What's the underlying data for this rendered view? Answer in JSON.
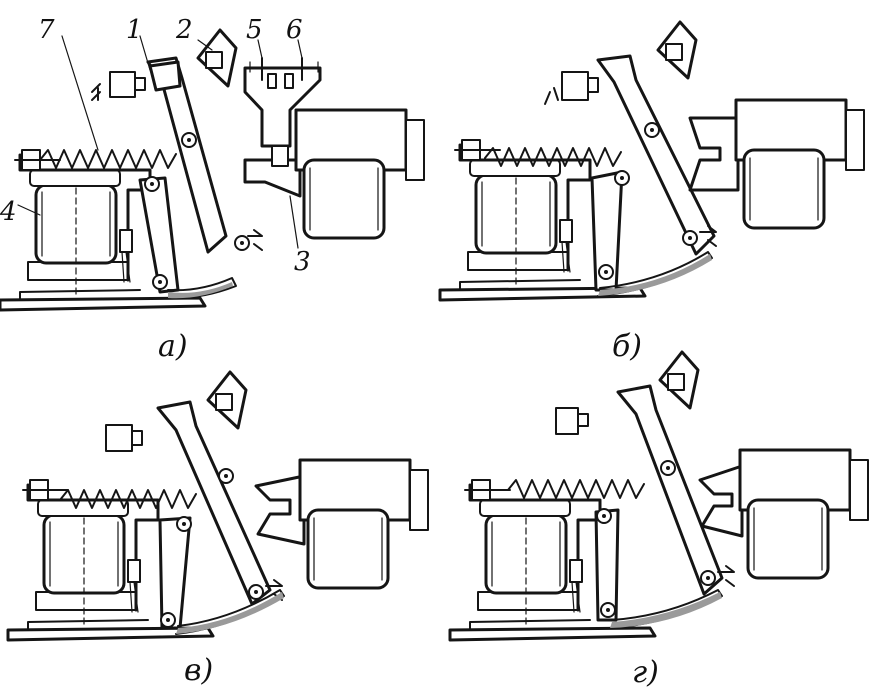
{
  "panels": [
    {
      "id": "a",
      "caption": "а)",
      "callouts": [
        "7",
        "1",
        "2",
        "5",
        "6",
        "4",
        "3"
      ]
    },
    {
      "id": "b",
      "caption": "б)"
    },
    {
      "id": "v",
      "caption": "в)"
    },
    {
      "id": "g",
      "caption": "г)"
    }
  ]
}
